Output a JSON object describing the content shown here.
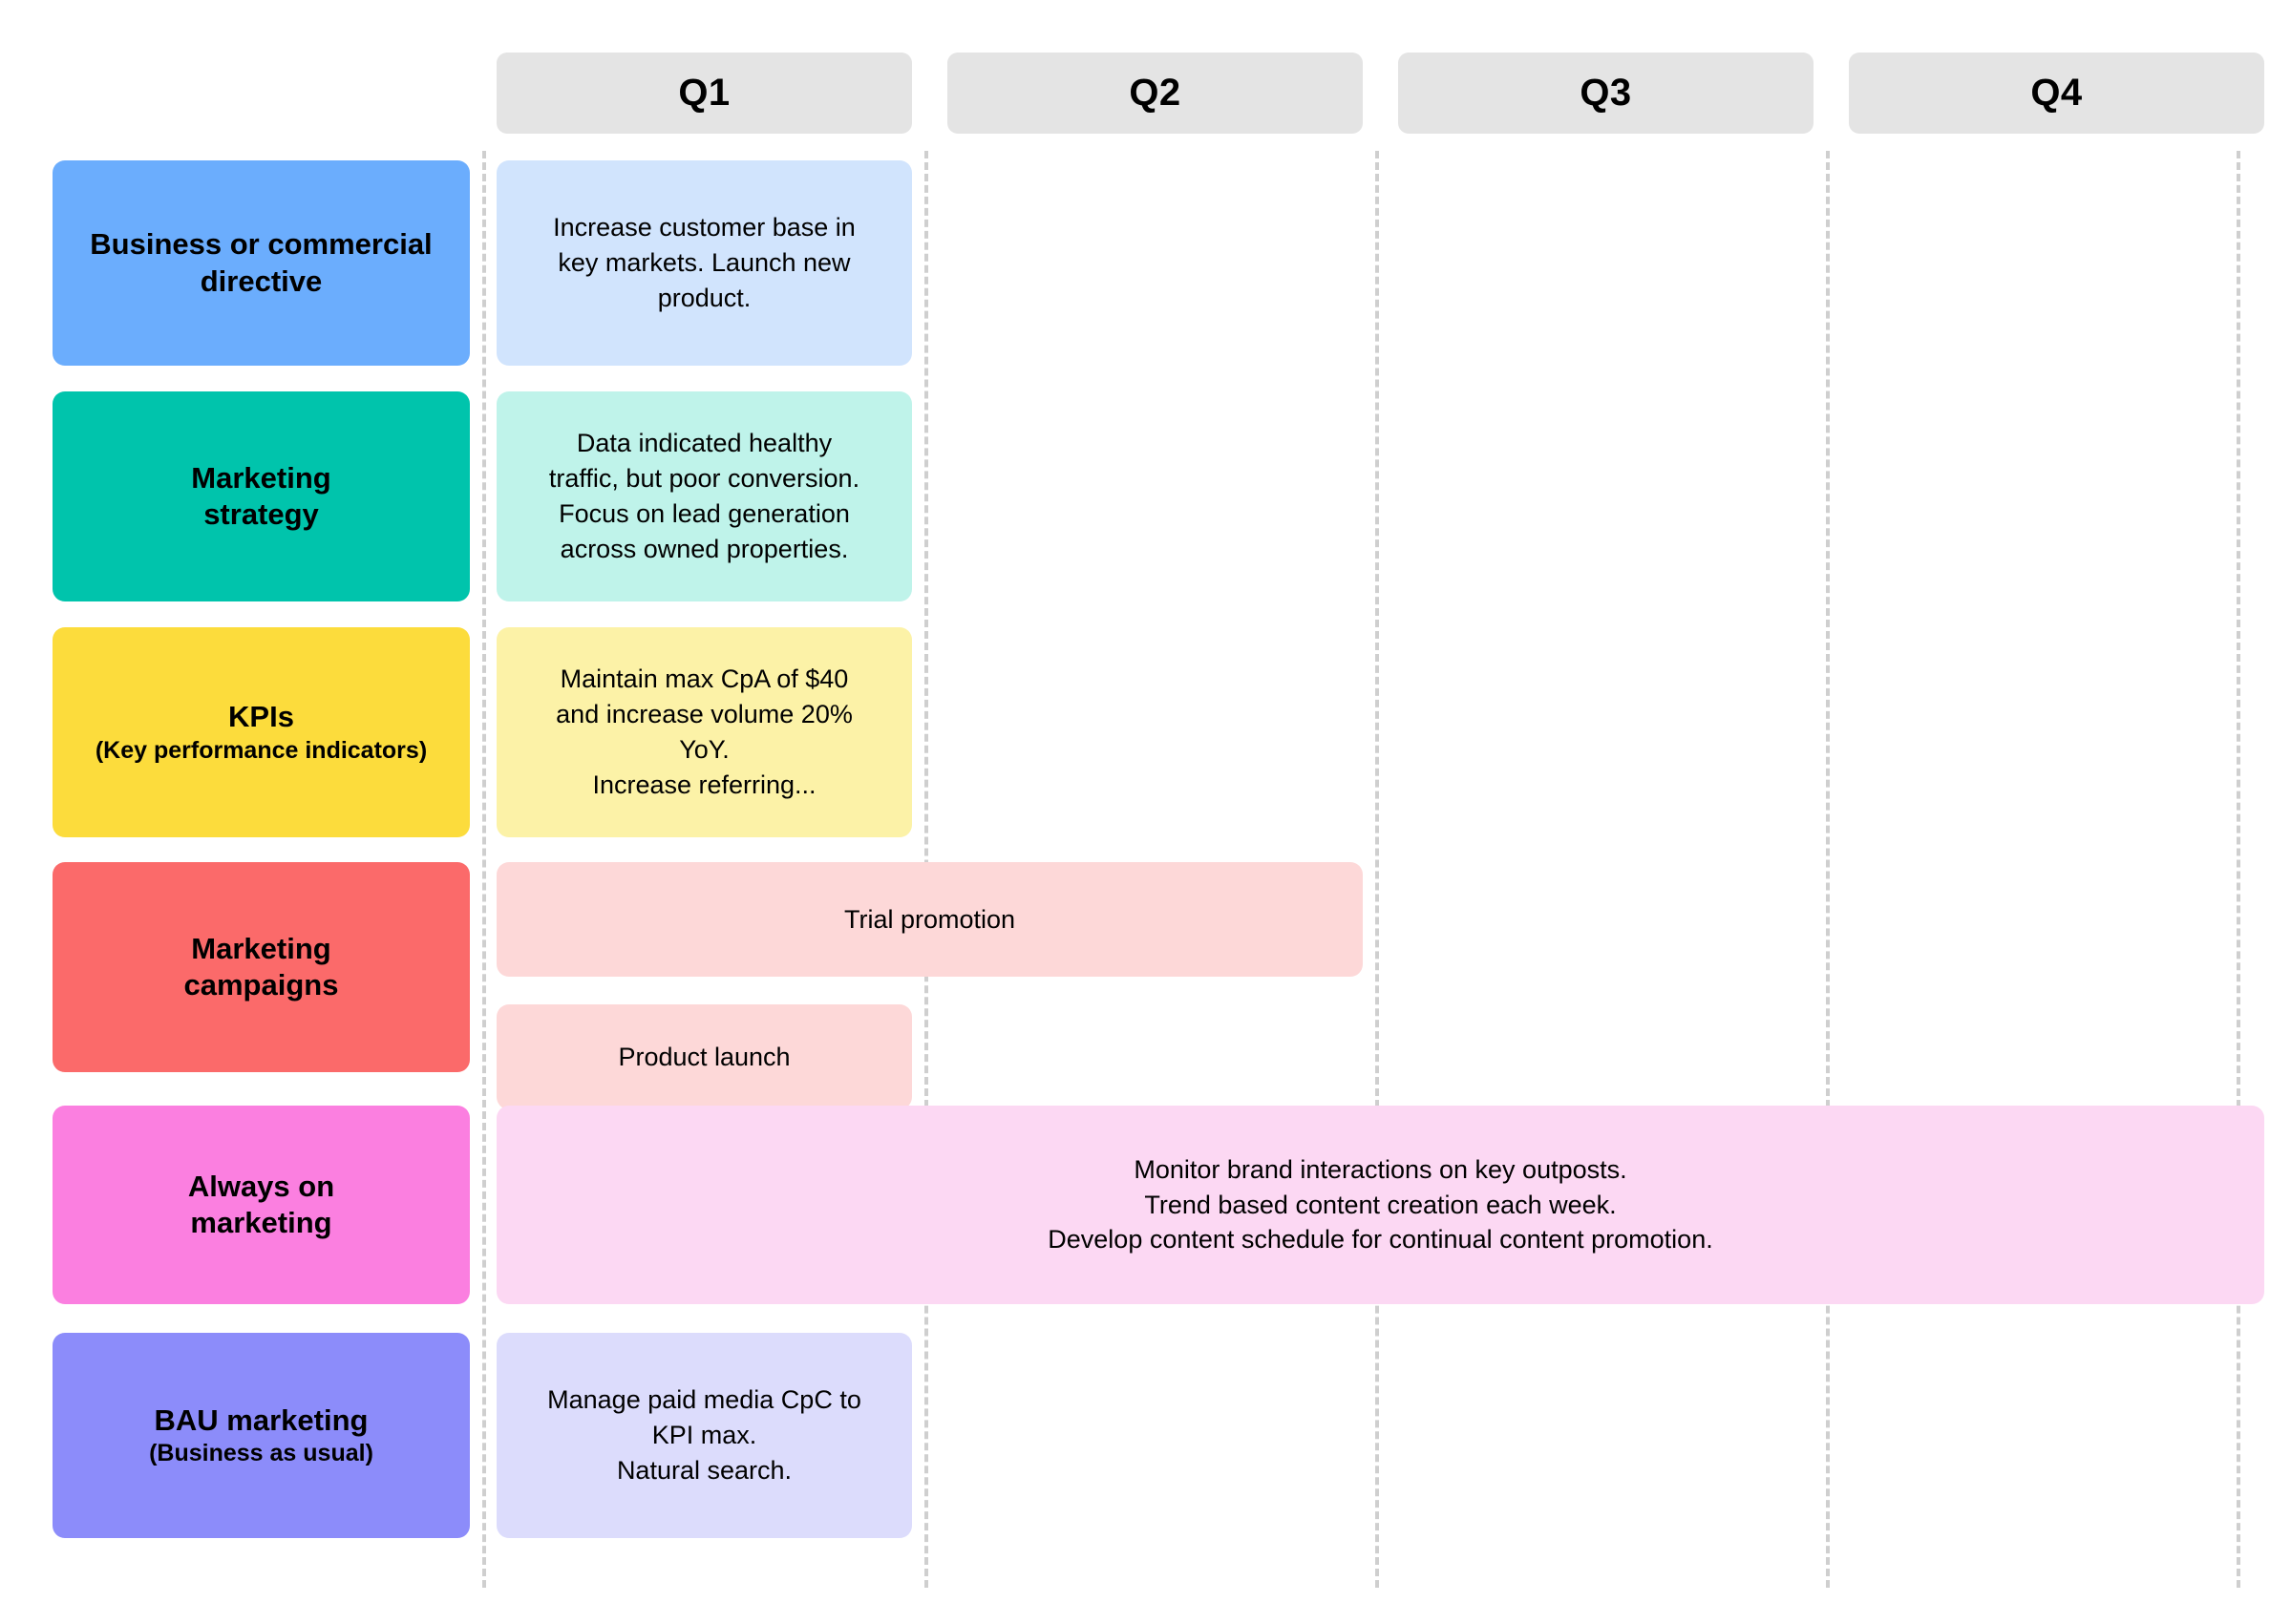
{
  "palette": {
    "header_bg": "#e4e4e4",
    "gridline": "#cfcfcf",
    "page_bg": "#ffffff",
    "text": "#000000"
  },
  "header": {
    "quarters": [
      {
        "label": "Q1"
      },
      {
        "label": "Q2"
      },
      {
        "label": "Q3"
      },
      {
        "label": "Q4"
      }
    ]
  },
  "rows": [
    {
      "key": "business-directive",
      "title": "Business or commercial",
      "title_line2": "directive",
      "sub": "",
      "label_color": "#6BADFD",
      "cell_color": "#D1E4FD",
      "cells": [
        {
          "text": "Increase customer base in\nkey markets. Launch new\nproduct.",
          "start_quarter": 1,
          "span_quarters": 1
        }
      ]
    },
    {
      "key": "marketing-strategy",
      "title": "Marketing",
      "title_line2": "strategy",
      "sub": "",
      "label_color": "#00C4AC",
      "cell_color": "#BFF3EA",
      "cells": [
        {
          "text": "Data indicated healthy\ntraffic, but poor conversion.\nFocus on lead generation\nacross owned properties.",
          "start_quarter": 1,
          "span_quarters": 1
        }
      ]
    },
    {
      "key": "kpis",
      "title": "KPIs",
      "title_line2": "",
      "sub": "(Key performance indicators)",
      "label_color": "#FCDC3C",
      "cell_color": "#FCF2A7",
      "cells": [
        {
          "text": "Maintain max CpA of $40\nand increase volume 20%\nYoY.\nIncrease referring...",
          "start_quarter": 1,
          "span_quarters": 1
        }
      ]
    },
    {
      "key": "marketing-campaigns",
      "title": "Marketing",
      "title_line2": "campaigns",
      "sub": "",
      "label_color": "#FB6A6A",
      "cell_color": "#FDD8D8",
      "cells": [
        {
          "text": "Trial promotion",
          "start_quarter": 1,
          "span_quarters": 2
        },
        {
          "text": "Product launch",
          "start_quarter": 1,
          "span_quarters": 1
        }
      ]
    },
    {
      "key": "always-on-marketing",
      "title": "Always on",
      "title_line2": "marketing",
      "sub": "",
      "label_color": "#FB7FE0",
      "cell_color": "#FCD8F3",
      "cells": [
        {
          "text": "Monitor brand interactions on key outposts.\nTrend based content creation each week.\nDevelop content schedule for continual content promotion.",
          "start_quarter": 1,
          "span_quarters": 4
        }
      ]
    },
    {
      "key": "bau-marketing",
      "title": "BAU marketing",
      "title_line2": "",
      "sub": "(Business as usual)",
      "label_color": "#8C8CFA",
      "cell_color": "#DCDCFC",
      "cells": [
        {
          "text": "Manage paid media CpC to\nKPI max.\nNatural search.",
          "start_quarter": 1,
          "span_quarters": 1
        }
      ]
    }
  ]
}
